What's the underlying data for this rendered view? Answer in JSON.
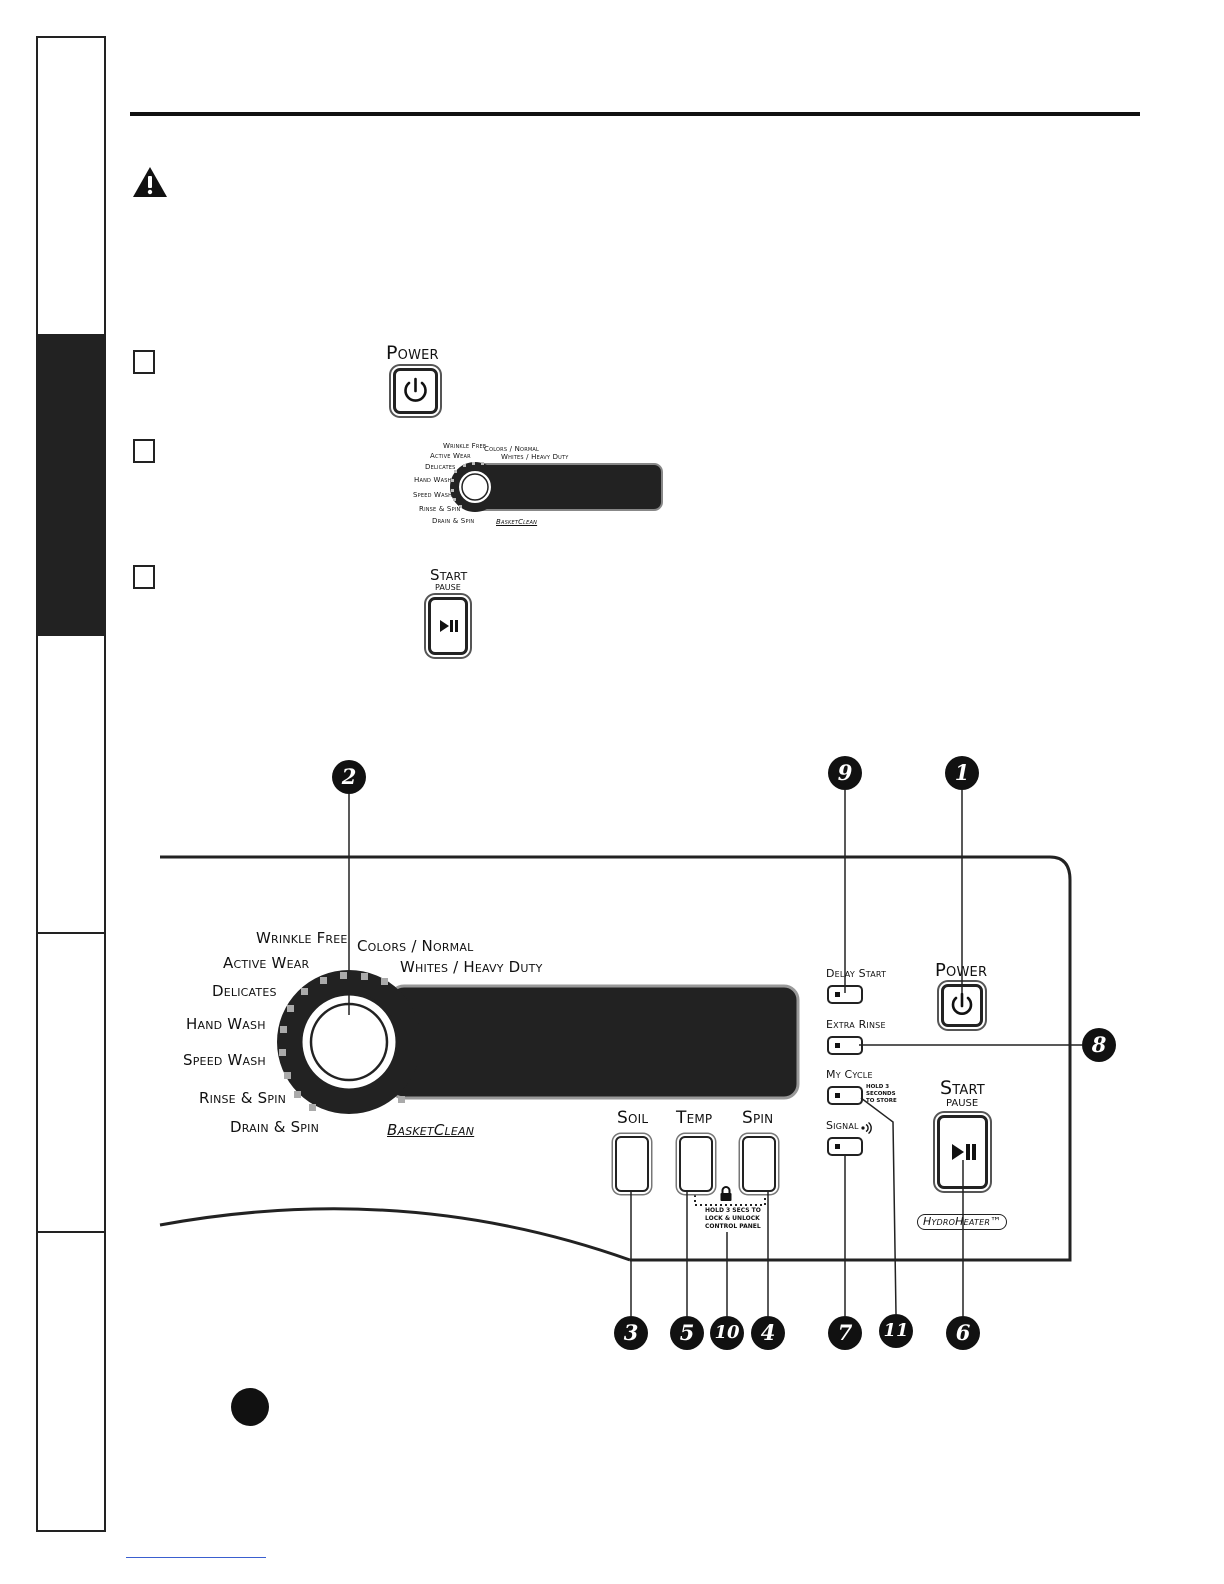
{
  "small_panel": {
    "power_label": "Power",
    "dial_labels": [
      {
        "text": "Wrinkle Free"
      },
      {
        "text": "Active Wear"
      },
      {
        "text": "Delicates"
      },
      {
        "text": "Hand Wash"
      },
      {
        "text": "Speed Wash"
      },
      {
        "text": "Rinse & Spin"
      },
      {
        "text": "Drain & Spin"
      },
      {
        "text": "Colors / Normal"
      },
      {
        "text": "Whites / Heavy Duty"
      },
      {
        "text": "BasketClean"
      }
    ],
    "start_label": "Start",
    "pause_label": "PAUSE"
  },
  "control_panel": {
    "dial_labels": {
      "wrinkle_free": "Wrinkle Free",
      "active_wear": "Active Wear",
      "delicates": "Delicates",
      "hand_wash": "Hand Wash",
      "speed_wash": "Speed Wash",
      "rinse_spin": "Rinse & Spin",
      "drain_spin": "Drain & Spin",
      "colors_normal": "Colors / Normal",
      "whites_heavy": "Whites / Heavy Duty",
      "basketclean": "BasketClean"
    },
    "soil_label": "Soil",
    "temp_label": "Temp",
    "spin_label": "Spin",
    "lock_text_1": "HOLD 3 SECS TO",
    "lock_text_2": "LOCK & UNLOCK",
    "lock_text_3": "CONTROL PANEL",
    "delay_start_label": "Delay Start",
    "extra_rinse_label": "Extra Rinse",
    "my_cycle_label": "My Cycle",
    "my_cycle_note_1": "HOLD 3",
    "my_cycle_note_2": "SECONDS",
    "my_cycle_note_3": "TO STORE",
    "signal_label": "Signal",
    "power_label": "Power",
    "start_label": "Start",
    "pause_label": "PAUSE",
    "hydroheater_label": "HydroHeater™"
  },
  "callouts": {
    "n1": "1",
    "n2": "2",
    "n3": "3",
    "n4": "4",
    "n5": "5",
    "n6": "6",
    "n7": "7",
    "n8": "8",
    "n9": "9",
    "n10": "10",
    "n11": "11"
  },
  "icons": [
    "warning-icon",
    "power-icon",
    "play-pause-icon",
    "lock-icon",
    "signal-icon"
  ]
}
